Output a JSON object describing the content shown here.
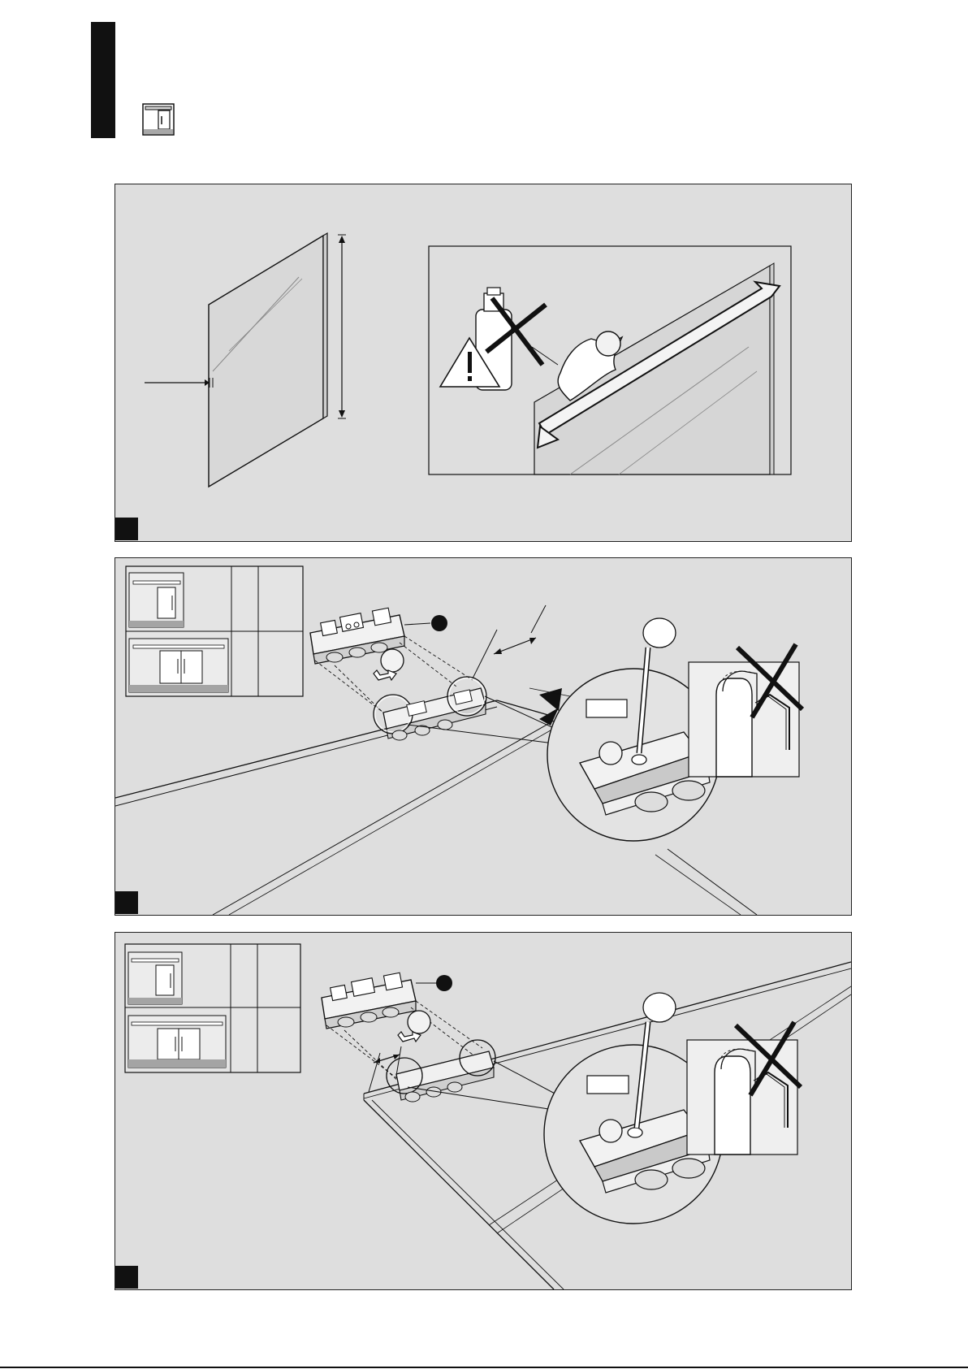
{
  "header": {
    "icon": "sliding-door-single-icon"
  },
  "panels": [
    {
      "id": "panel-1",
      "icons": [
        "glass-pane",
        "no-solvent-warning-icon",
        "cloth-wipe-icon"
      ]
    },
    {
      "id": "panel-2",
      "icons": [
        "single-door-icon",
        "double-door-icon",
        "carriage-fitting",
        "hex-key-wrong-icon"
      ]
    },
    {
      "id": "panel-3",
      "icons": [
        "single-door-icon",
        "double-door-icon",
        "carriage-fitting",
        "hex-key-wrong-icon"
      ]
    }
  ],
  "colors": {
    "panel_bg": "#dedede",
    "ink": "#111111",
    "light_fill": "#f2f2f2",
    "mid_fill": "#b8b8b8"
  }
}
